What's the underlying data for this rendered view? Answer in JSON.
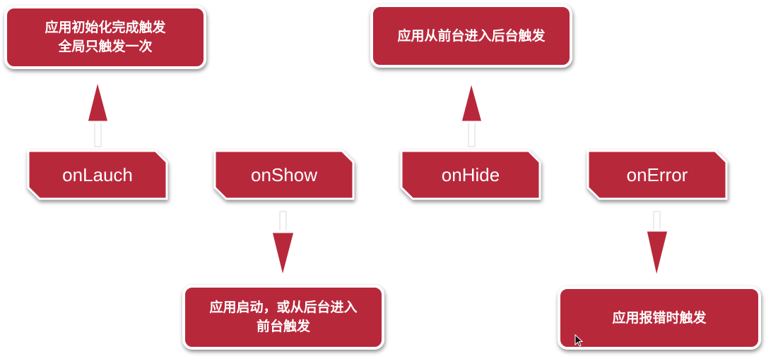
{
  "colors": {
    "box_fill": "#b8283b",
    "box_border": "#ffffff",
    "text": "#ffffff",
    "arrow_fill": "#b8283b"
  },
  "nodes": [
    {
      "id": "onlauch",
      "label": "onLauch"
    },
    {
      "id": "onshow",
      "label": "onShow"
    },
    {
      "id": "onhide",
      "label": "onHide"
    },
    {
      "id": "onerror",
      "label": "onError"
    }
  ],
  "descriptions": [
    {
      "id": "onlauch-desc",
      "text": "应用初始化完成触发\n全局只触发一次"
    },
    {
      "id": "onhide-desc",
      "text": "应用从前台进入后台触发"
    },
    {
      "id": "onshow-desc",
      "text": "应用启动，或从后台进入\n前台触发"
    },
    {
      "id": "onerror-desc",
      "text": "应用报错时触发"
    }
  ],
  "edges": [
    {
      "from": "onLauch",
      "to": "应用初始化完成触发",
      "direction": "up"
    },
    {
      "from": "onHide",
      "to": "应用从前台进入后台触发",
      "direction": "up"
    },
    {
      "from": "onShow",
      "to": "应用启动，或从后台进入前台触发",
      "direction": "down"
    },
    {
      "from": "onError",
      "to": "应用报错时触发",
      "direction": "down"
    }
  ]
}
